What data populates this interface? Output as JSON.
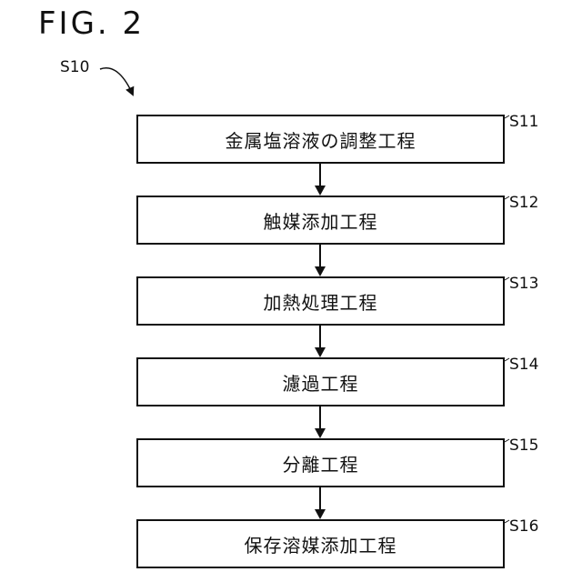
{
  "figure": {
    "title": "FIG. 2",
    "process_ref": "S10"
  },
  "steps": [
    {
      "id": "S11",
      "label": "金属塩溶液の調整工程"
    },
    {
      "id": "S12",
      "label": "触媒添加工程"
    },
    {
      "id": "S13",
      "label": "加熱処理工程"
    },
    {
      "id": "S14",
      "label": "濾過工程"
    },
    {
      "id": "S15",
      "label": "分離工程"
    },
    {
      "id": "S16",
      "label": "保存溶媒添加工程"
    }
  ]
}
